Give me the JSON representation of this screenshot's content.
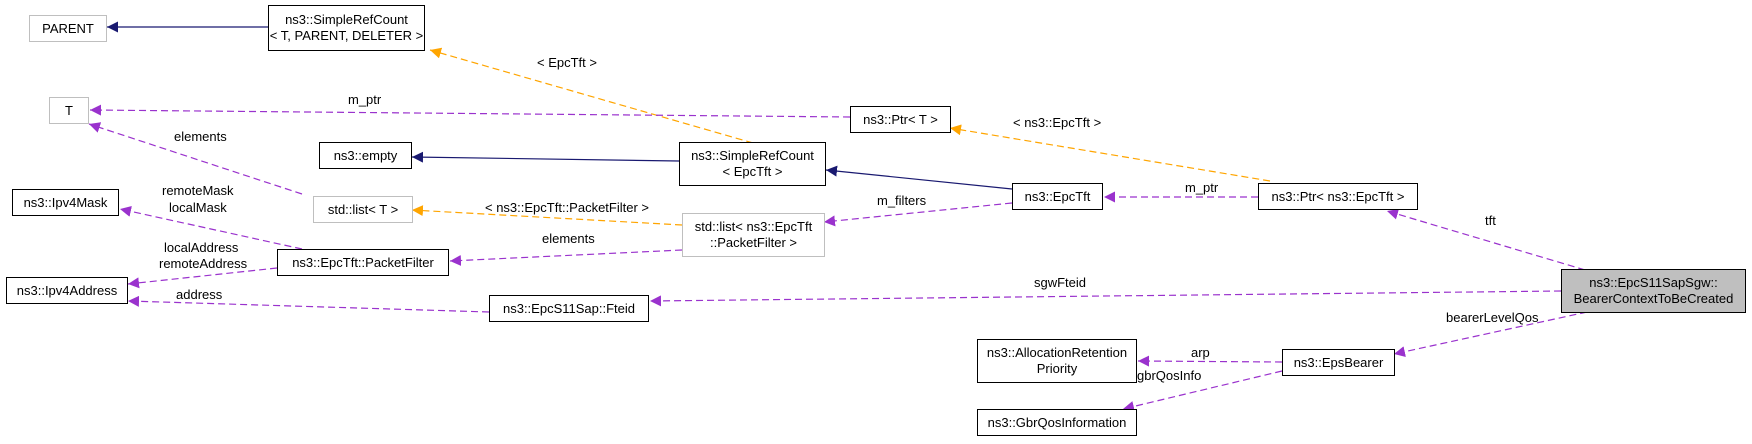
{
  "nodes": {
    "parent": [
      "PARENT"
    ],
    "simplerefcount_tpl": [
      "ns3::SimpleRefCount",
      "< T, PARENT, DELETER >"
    ],
    "t": [
      "T"
    ],
    "ptr_t": [
      "ns3::Ptr< T >"
    ],
    "empty": [
      "ns3::empty"
    ],
    "simplerefcount_epctft": [
      "ns3::SimpleRefCount",
      "< EpcTft >"
    ],
    "ipv4mask": [
      "ns3::Ipv4Mask"
    ],
    "std_list_t": [
      "std::list< T >"
    ],
    "epctft": [
      "ns3::EpcTft"
    ],
    "ptr_epctft": [
      "ns3::Ptr< ns3::EpcTft >"
    ],
    "std_list_pf": [
      "std::list< ns3::EpcTft",
      "::PacketFilter >"
    ],
    "packetfilter": [
      "ns3::EpcTft::PacketFilter"
    ],
    "ipv4address": [
      "ns3::Ipv4Address"
    ],
    "fteid": [
      "ns3::EpcS11Sap::Fteid"
    ],
    "bearer_context": [
      "ns3::EpcS11SapSgw::",
      "BearerContextToBeCreated"
    ],
    "allocation_retention": [
      "ns3::AllocationRetention",
      "Priority"
    ],
    "epsbearer": [
      "ns3::EpsBearer"
    ],
    "gbrqos": [
      "ns3::GbrQosInformation"
    ]
  },
  "edge_labels": {
    "ptr_epctft_template": "< EpcTft >",
    "m_ptr_t": "m_ptr",
    "ptr_ns3_epctft_template": "< ns3::EpcTft >",
    "elements_t": "elements",
    "m_ptr_epctft": "m_ptr",
    "tft": "tft",
    "m_filters": "m_filters",
    "remotemask": "remoteMask",
    "localmask": "localMask",
    "list_packetfilter_template": "< ns3::EpcTft::PacketFilter >",
    "localaddress": "localAddress",
    "remoteaddress": "remoteAddress",
    "elements_pf": "elements",
    "sgwfteid": "sgwFteid",
    "address": "address",
    "bearerlevelqos": "bearerLevelQos",
    "arp": "arp",
    "gbrqosinfo": "gbrQosInfo"
  },
  "colors": {
    "inheritance": "#191970",
    "usage": "#9a32cd",
    "template": "#ffa500",
    "focus_fill": "#bfbfbf",
    "gray_border": "#bfbfbf"
  }
}
